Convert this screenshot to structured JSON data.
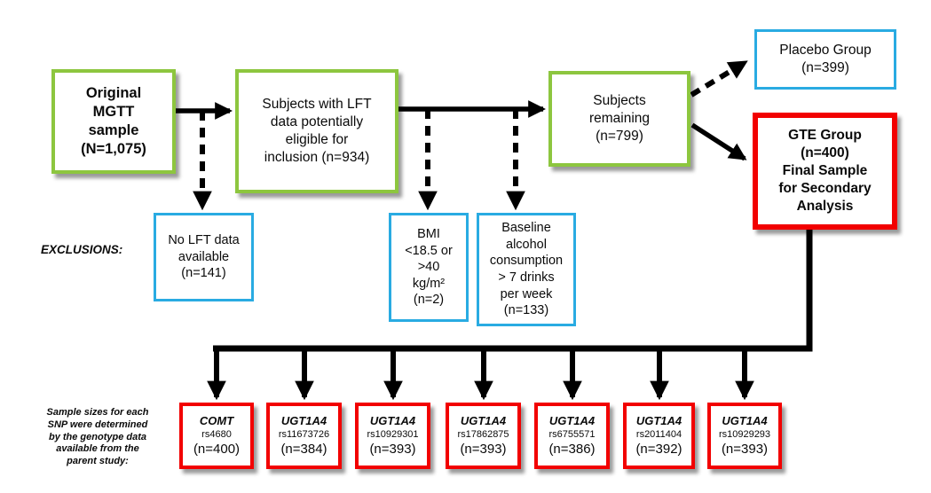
{
  "colors": {
    "green": "#8DC63F",
    "blue": "#29ABE2",
    "red": "#F20000",
    "ink": "#000000"
  },
  "boxes": {
    "original": "Original\nMGTT\nsample\n(N=1,075)",
    "lft_eligible": "Subjects with LFT\ndata potentially\neligible for\ninclusion (n=934)",
    "remaining": "Subjects\nremaining\n(n=799)",
    "placebo": "Placebo Group\n(n=399)",
    "gte": "GTE Group\n(n=400)\nFinal Sample\nfor Secondary\nAnalysis",
    "no_lft": "No LFT data\navailable\n(n=141)",
    "bmi": "BMI\n<18.5 or\n>40\nkg/m²\n(n=2)",
    "alcohol": "Baseline\nalcohol\nconsumption\n> 7 drinks\nper week\n(n=133)"
  },
  "labels": {
    "exclusions": "EXCLUSIONS:",
    "snp_note": "Sample sizes for each\nSNP were determined\nby the genotype data\navailable from the\nparent study:"
  },
  "snp_boxes": [
    {
      "gene": "COMT",
      "rsid": "rs4680",
      "n": "(n=400)"
    },
    {
      "gene": "UGT1A4",
      "rsid": "rs11673726",
      "n": "(n=384)"
    },
    {
      "gene": "UGT1A4",
      "rsid": "rs10929301",
      "n": "(n=393)"
    },
    {
      "gene": "UGT1A4",
      "rsid": "rs17862875",
      "n": "(n=393)"
    },
    {
      "gene": "UGT1A4",
      "rsid": "rs6755571",
      "n": "(n=386)"
    },
    {
      "gene": "UGT1A4",
      "rsid": "rs2011404",
      "n": "(n=392)"
    },
    {
      "gene": "UGT1A4",
      "rsid": "rs10929293",
      "n": "(n=393)"
    }
  ]
}
